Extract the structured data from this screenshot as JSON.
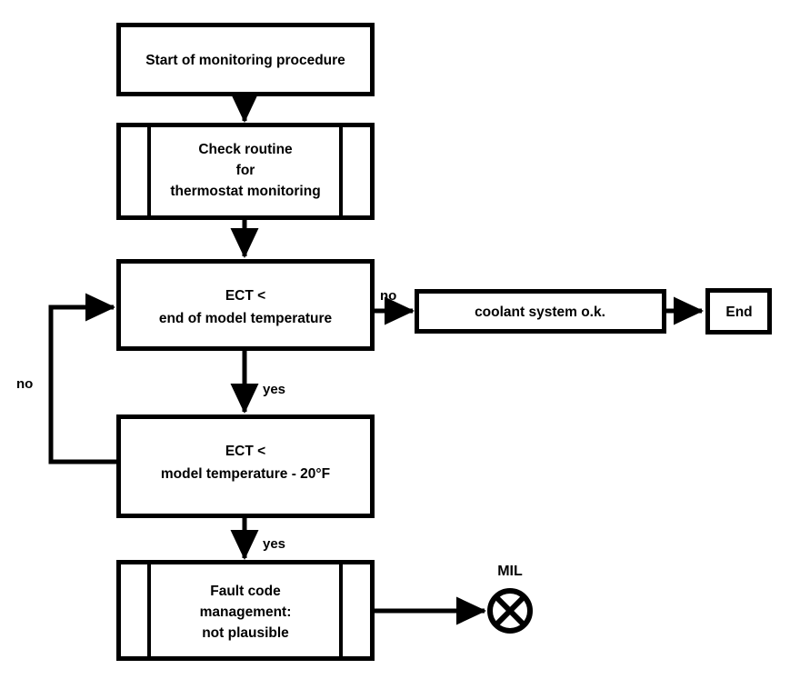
{
  "diagram": {
    "title": "Thermostat monitoring procedure flowchart",
    "stroke_color": "#000000",
    "fill_color": "#ffffff",
    "nodes": {
      "start": {
        "label": "Start of monitoring procedure",
        "shape": "process"
      },
      "check_routine": {
        "line1": "Check routine",
        "line2": "for",
        "line3": "thermostat monitoring",
        "shape": "predefined-process"
      },
      "decision1": {
        "line1": "ECT <",
        "line2": "end of model temperature",
        "shape": "decision"
      },
      "decision2": {
        "line1": "ECT <",
        "line2": "model temperature - 20°F",
        "shape": "decision"
      },
      "coolant_ok": {
        "label": "coolant system o.k.",
        "shape": "process"
      },
      "end": {
        "label": "End",
        "shape": "terminator"
      },
      "fault_code": {
        "line1": "Fault code",
        "line2": "management:",
        "line3": "not plausible",
        "shape": "predefined-process"
      },
      "mil": {
        "label": "MIL",
        "shape": "lamp-indicator"
      }
    },
    "edges": {
      "decision1_no": "no",
      "decision1_yes": "yes",
      "decision2_no": "no",
      "decision2_yes": "yes"
    }
  }
}
